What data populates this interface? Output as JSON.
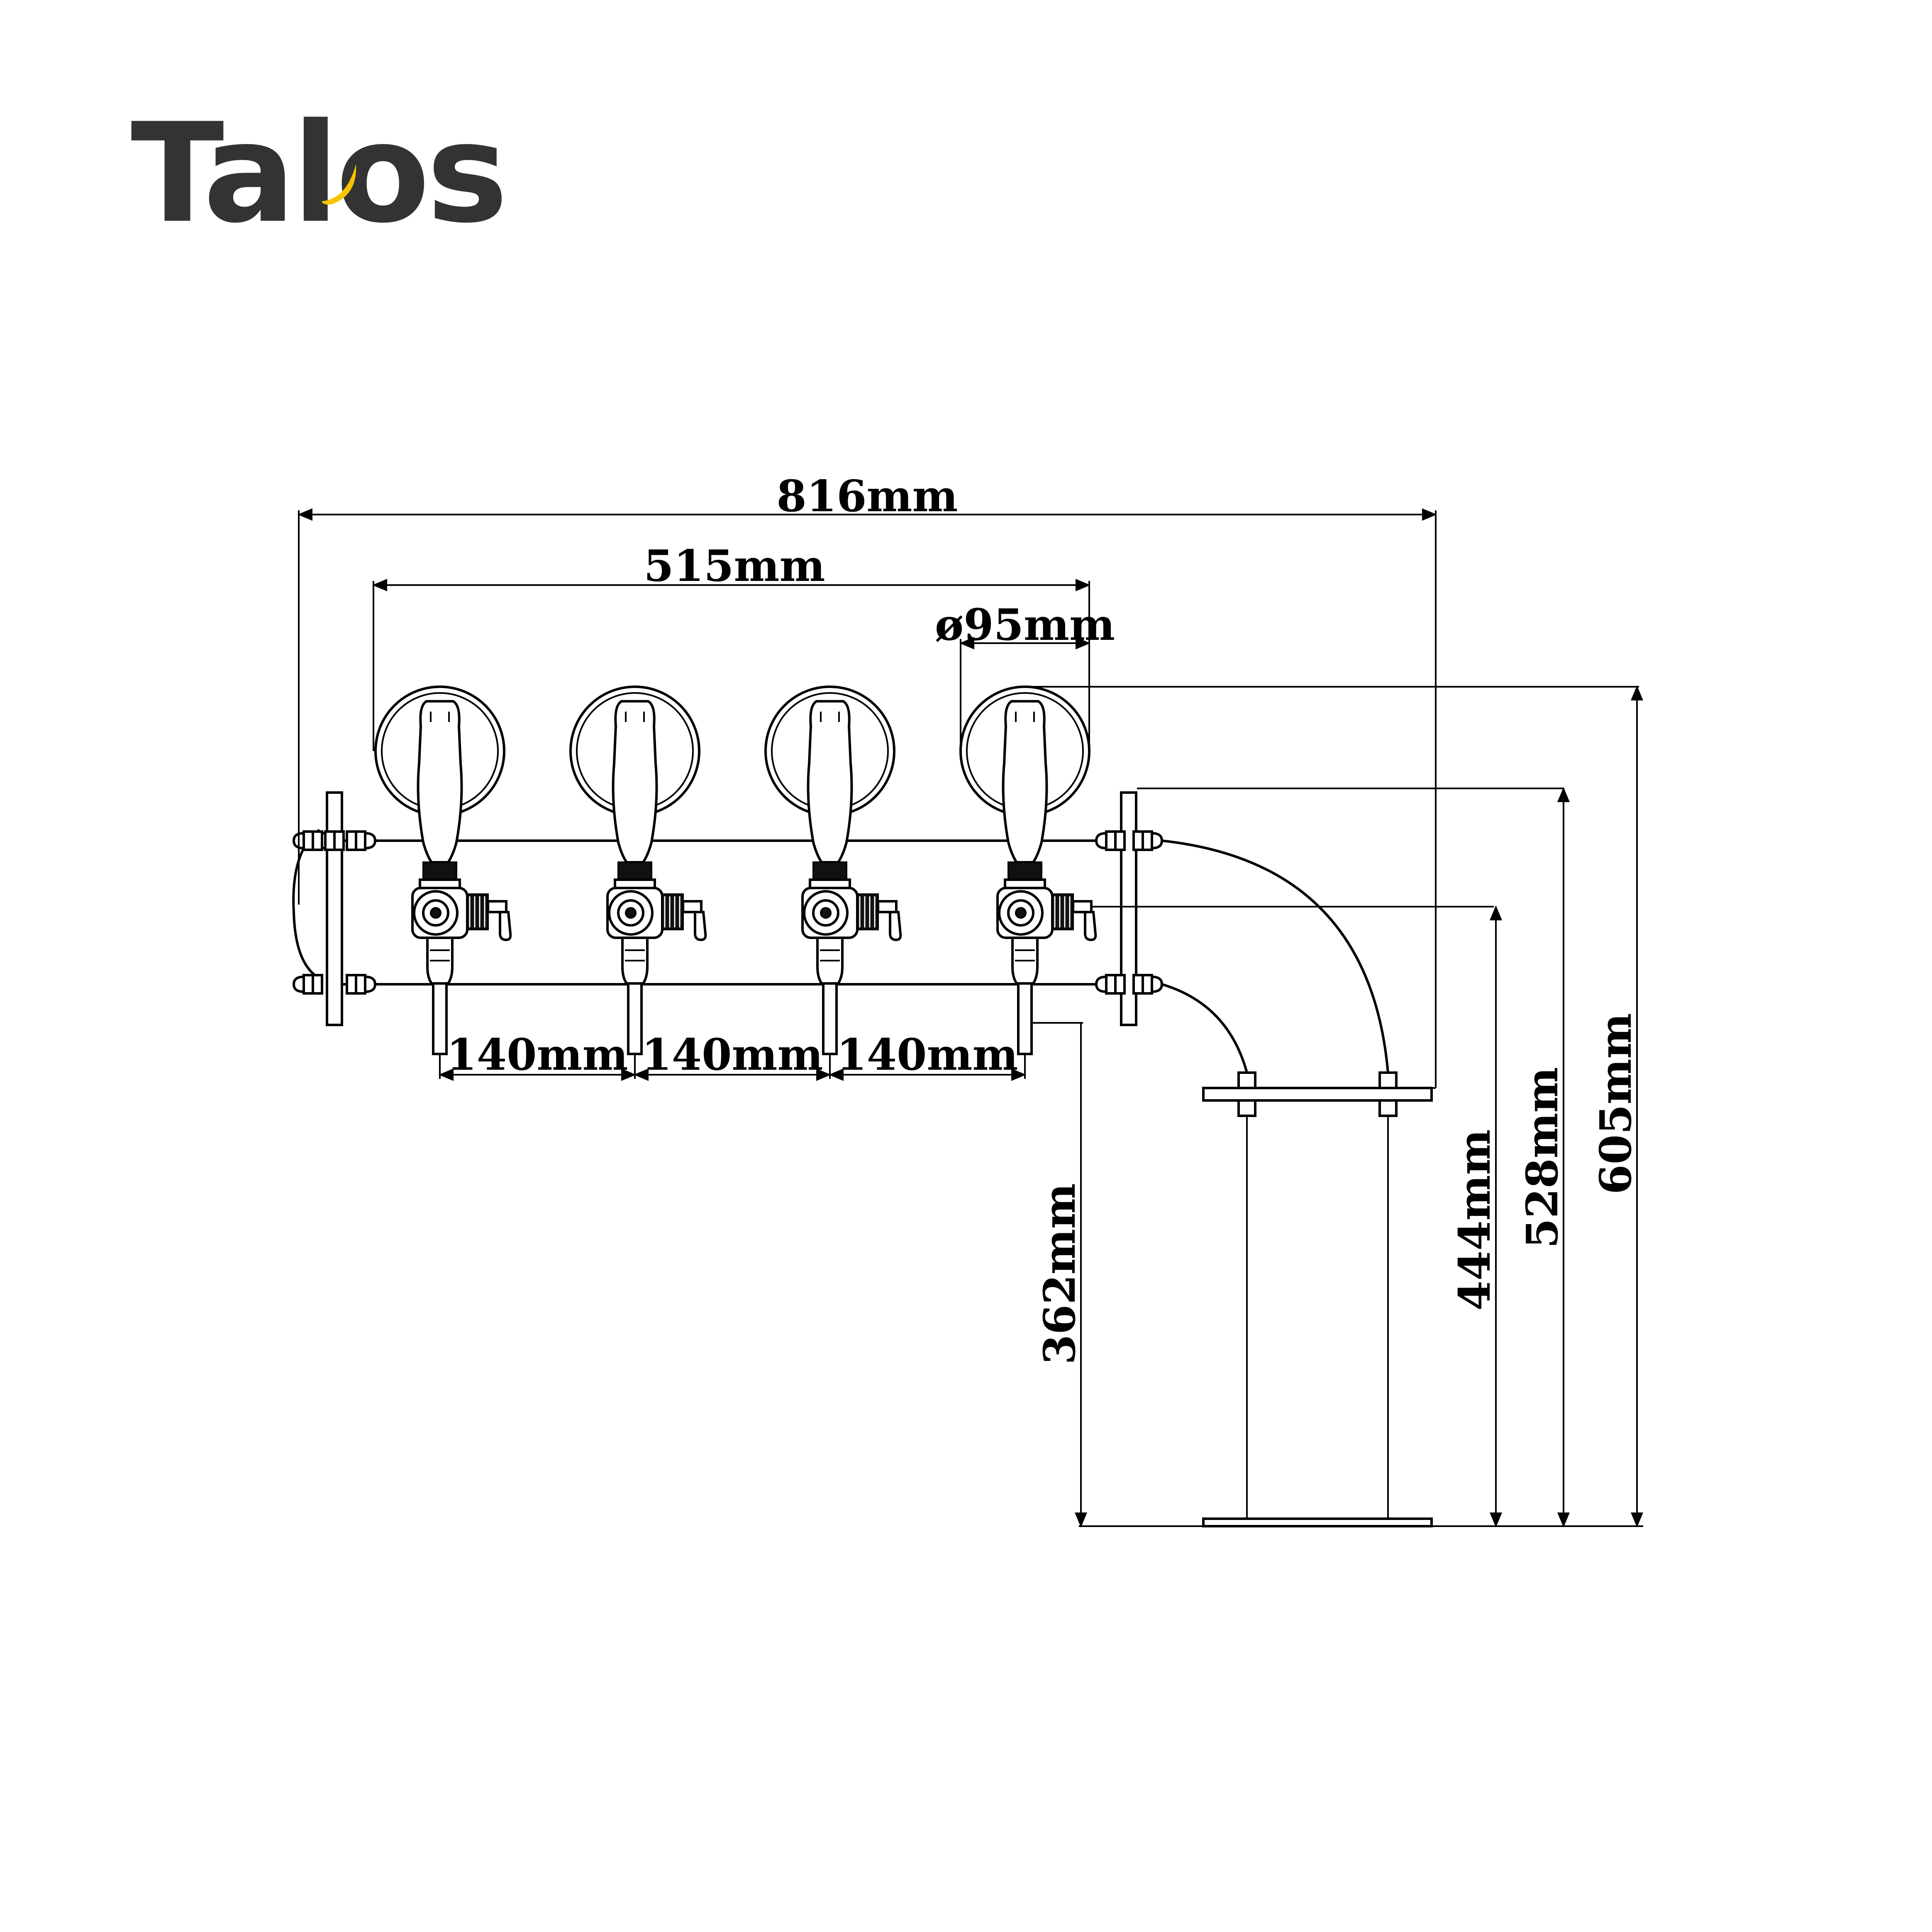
{
  "brand": {
    "name": "Talos",
    "accent_color": "#f5c400",
    "text_color": "#333333"
  },
  "dimensions": {
    "overall_width": "816mm",
    "tap_span": "515mm",
    "medallion_diameter": "ø95mm",
    "tap_spacing_1": "140mm",
    "tap_spacing_2": "140mm",
    "tap_spacing_3": "140mm",
    "spout_height": "362mm",
    "lever_height": "444mm",
    "column_height": "528mm",
    "total_height": "605mm"
  },
  "taps": {
    "count": 4
  }
}
